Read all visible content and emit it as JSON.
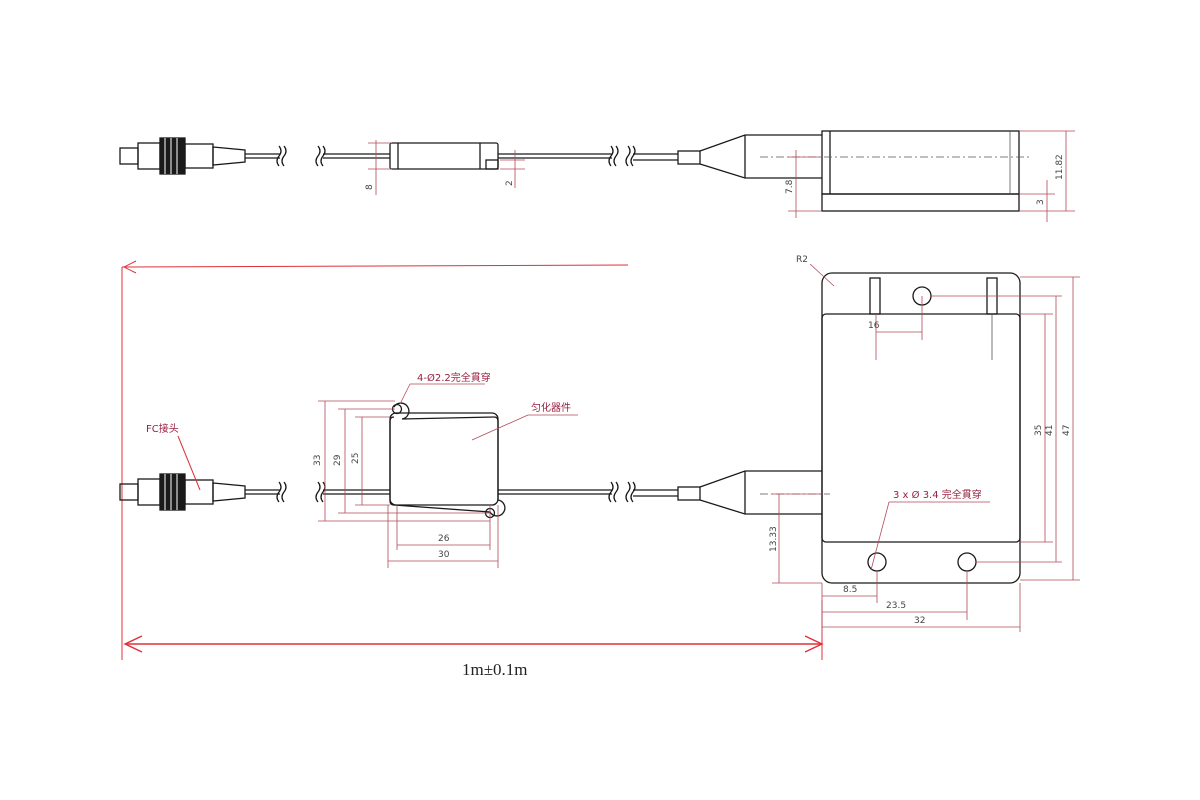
{
  "labels": {
    "hole_note_small": "4-Ø2.2完全貫穿",
    "device_label": "匀化器件",
    "fc_label": "FC接头",
    "r2": "R2",
    "hole_note_large": "3 x Ø 3.4 完全貫穿",
    "length": "1m±0.1m"
  },
  "dims": {
    "d_8": "8",
    "d_2": "2",
    "d_7_8": "7.8",
    "d_11_82": "11.82",
    "d_3": "3",
    "d_33": "33",
    "d_29": "29",
    "d_25": "25",
    "d_26": "26",
    "d_30": "30",
    "d_16": "16",
    "d_35": "35",
    "d_41": "41",
    "d_47": "47",
    "d_13_33": "13.33",
    "d_8_5": "8.5",
    "d_23_5": "23.5",
    "d_32": "32"
  }
}
